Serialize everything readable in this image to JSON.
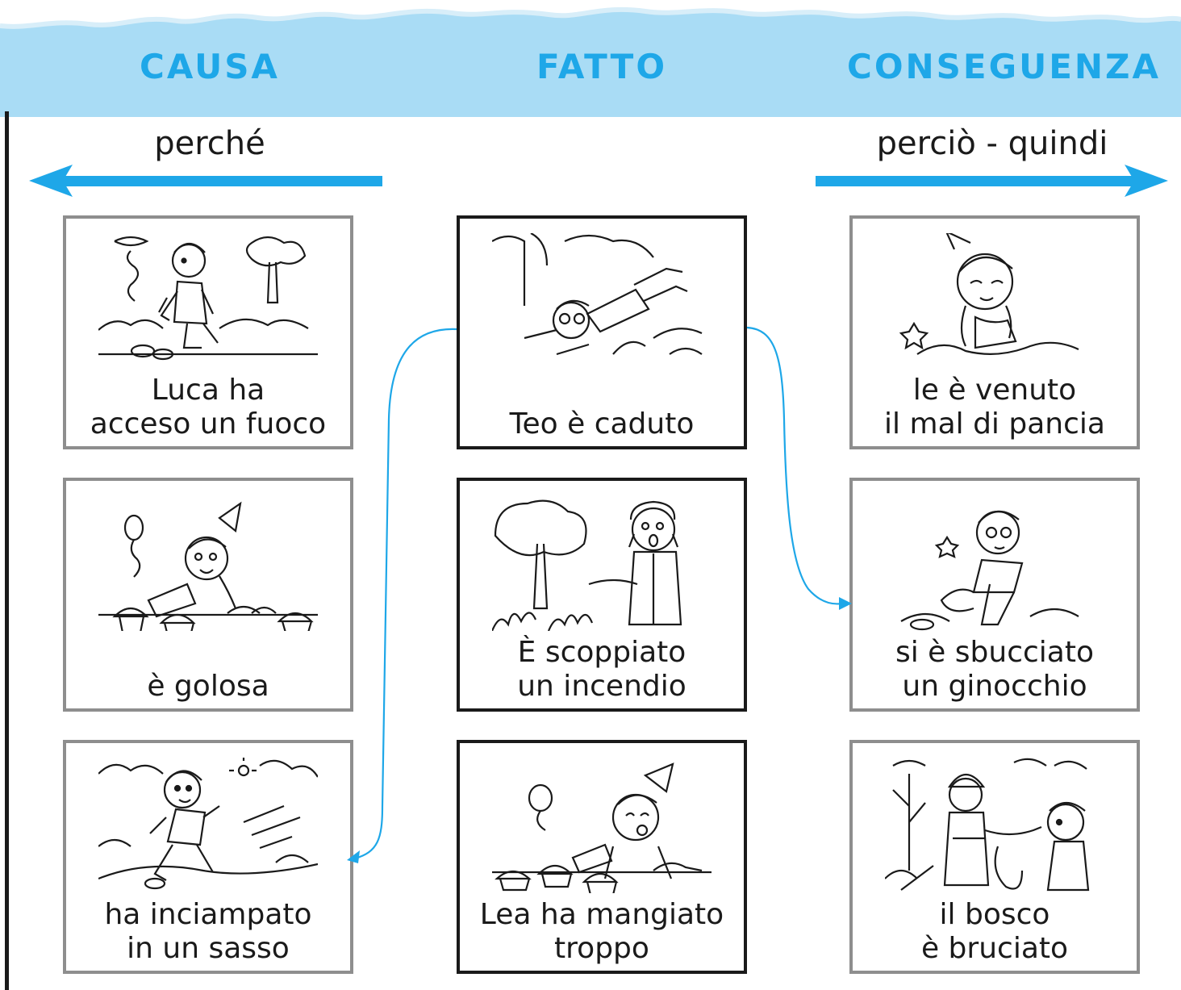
{
  "headers": {
    "causa": "CAUSA",
    "fatto": "FATTO",
    "conseguenza": "CONSEGUENZA"
  },
  "connectors": {
    "left": "perché",
    "right": "perciò - quindi"
  },
  "colors": {
    "banner": "#a9dcf5",
    "header_text": "#1ea7e8",
    "arrow": "#1ea7e8",
    "grey_border": "#8e8e8e",
    "black_border": "#1a1a1a"
  },
  "columns": {
    "causa": [
      {
        "line1": "Luca ha",
        "line2": "acceso un fuoco",
        "illustration": "boy-lighting-fire-icon"
      },
      {
        "line1": "",
        "line2": "è golosa",
        "illustration": "girl-with-cakes-icon"
      },
      {
        "line1": "ha inciampato",
        "line2": "in un sasso",
        "illustration": "boy-running-icon"
      }
    ],
    "fatto": [
      {
        "line1": "",
        "line2": "Teo è caduto",
        "illustration": "boy-falling-icon"
      },
      {
        "line1": "È scoppiato",
        "line2": "un incendio",
        "illustration": "boy-scared-by-fire-icon"
      },
      {
        "line1": "Lea ha mangiato",
        "line2": "troppo",
        "illustration": "girl-eating-cake-icon"
      }
    ],
    "conseguenza": [
      {
        "line1": "le è venuto",
        "line2": "il mal di pancia",
        "illustration": "girl-stomach-ache-icon"
      },
      {
        "line1": "si è sbucciato",
        "line2": "un ginocchio",
        "illustration": "boy-scraped-knee-icon"
      },
      {
        "line1": "il bosco",
        "line2": "è bruciato",
        "illustration": "firefighter-and-boy-icon"
      }
    ]
  }
}
